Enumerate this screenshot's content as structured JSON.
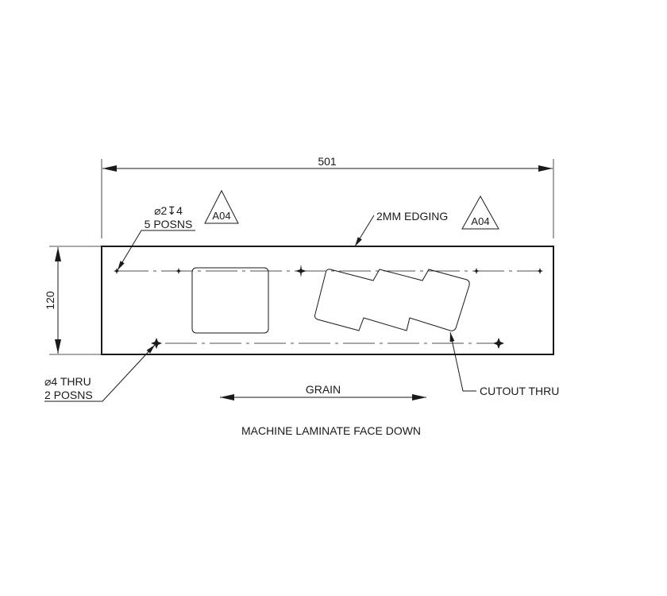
{
  "drawing": {
    "overall_width": "501",
    "overall_height": "120",
    "hole_small": {
      "line1": "⌀2↧4",
      "line2": "5 POSNS"
    },
    "hole_thru": {
      "line1": "⌀4 THRU",
      "line2": "2 POSNS"
    },
    "edging_label": "2MM EDGING",
    "revision_tag_1": "A04",
    "revision_tag_2": "A04",
    "cutout_label": "CUTOUT THRU",
    "grain_label": "GRAIN",
    "note": "MACHINE LAMINATE FACE DOWN"
  }
}
